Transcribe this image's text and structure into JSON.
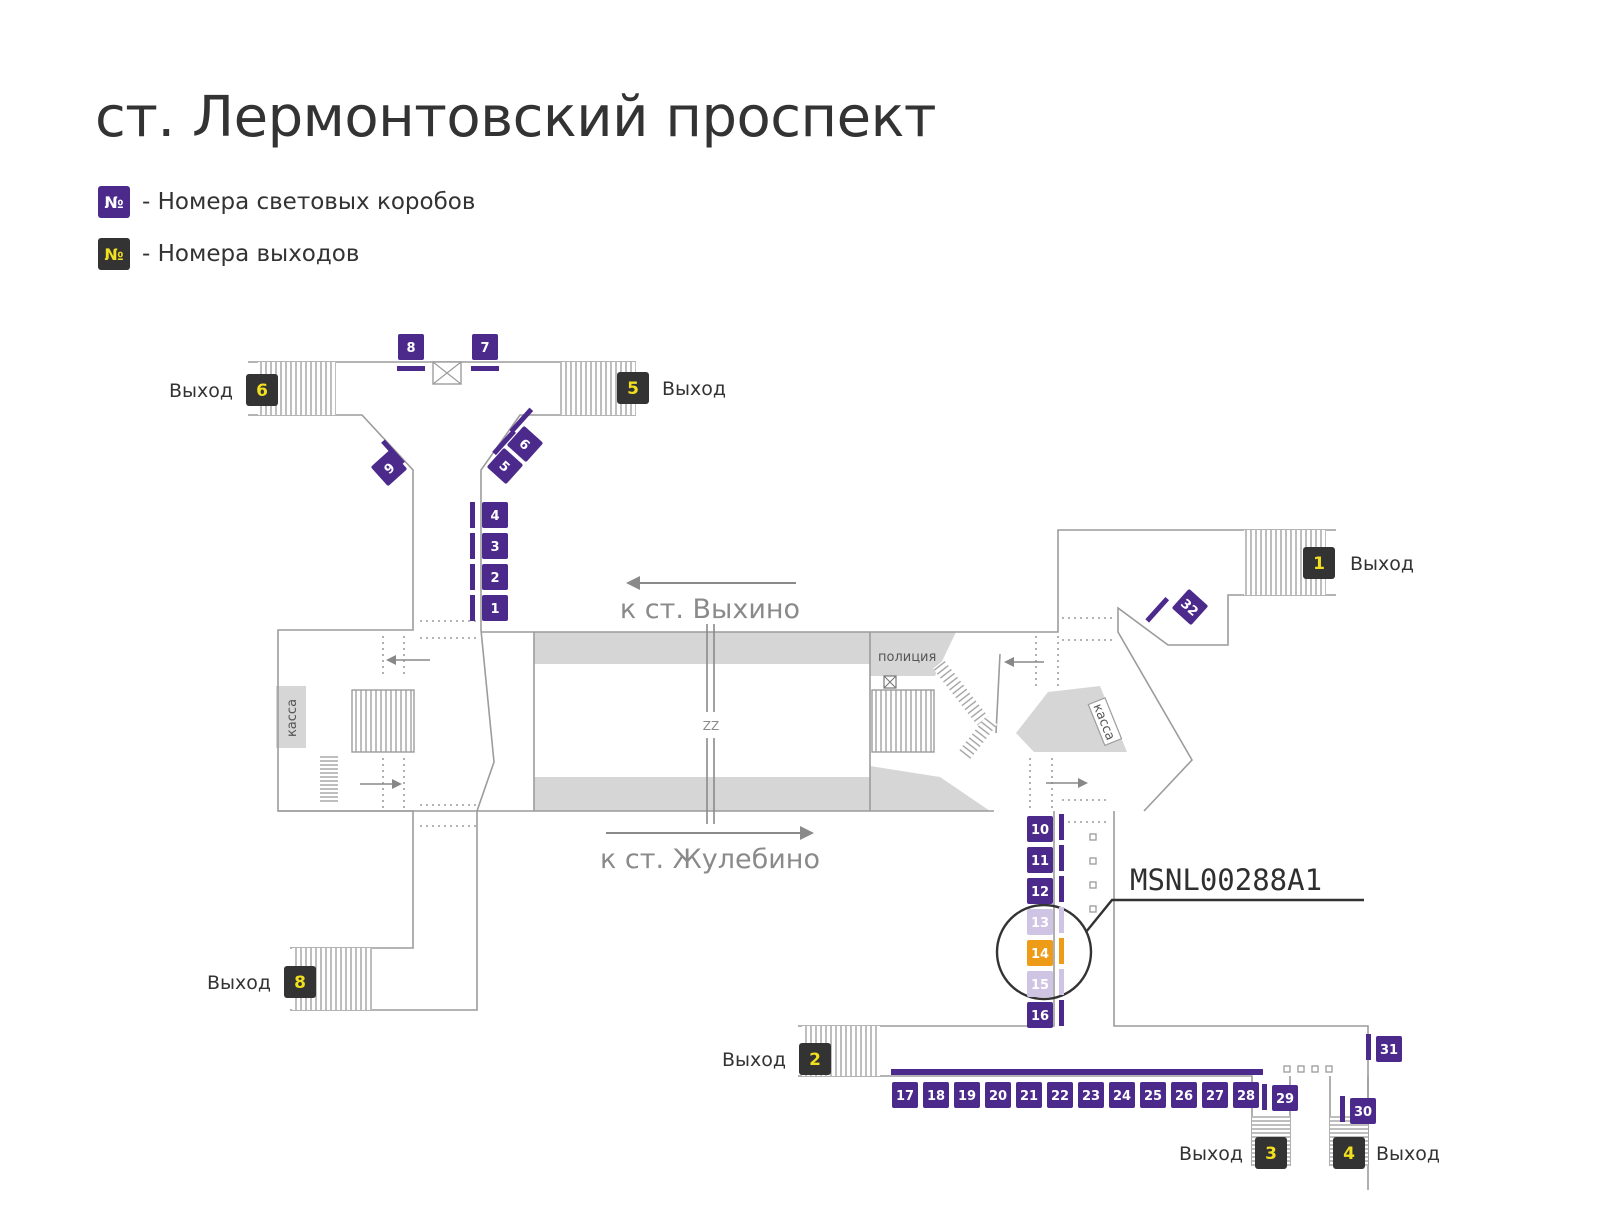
{
  "title": "ст. Лермонтовский проспект",
  "legend": [
    {
      "symbol": "№",
      "text": "- Номера световых коробов",
      "bg": "#4b2a8c",
      "fg": "#ffffff"
    },
    {
      "symbol": "№",
      "text": "- Номера выходов",
      "bg": "#333333",
      "fg": "#f2df1f"
    }
  ],
  "colors": {
    "box": "#4b2a8c",
    "box_faded": "#cfc4e3",
    "box_highlight": "#ee9b18",
    "exit": "#333333",
    "exit_number": "#f2df1f",
    "platform": "#d6d6d6",
    "wall": "#9c9c9c"
  },
  "directions": {
    "top": "к ст. Выхино",
    "bottom": "к ст. Жулебино"
  },
  "rooms": {
    "police": "полиция",
    "cashier_left": "касса",
    "cashier_right": "касса"
  },
  "highlight": {
    "code": "MSNL00288A1",
    "box": "14"
  },
  "exit_word": "Выход",
  "exits": [
    "1",
    "2",
    "3",
    "4",
    "5",
    "6",
    "8"
  ],
  "light_boxes": [
    "1",
    "2",
    "3",
    "4",
    "5",
    "6",
    "7",
    "8",
    "9",
    "10",
    "11",
    "12",
    "13",
    "14",
    "15",
    "16",
    "17",
    "18",
    "19",
    "20",
    "21",
    "22",
    "23",
    "24",
    "25",
    "26",
    "27",
    "28",
    "29",
    "30",
    "31",
    "32"
  ],
  "faded_boxes": [
    "13",
    "15"
  ],
  "icons": [
    "escalator-icon",
    "elevator-icon",
    "arrow-left-icon",
    "arrow-right-icon",
    "stairs-icon",
    "turnstile-icon"
  ]
}
